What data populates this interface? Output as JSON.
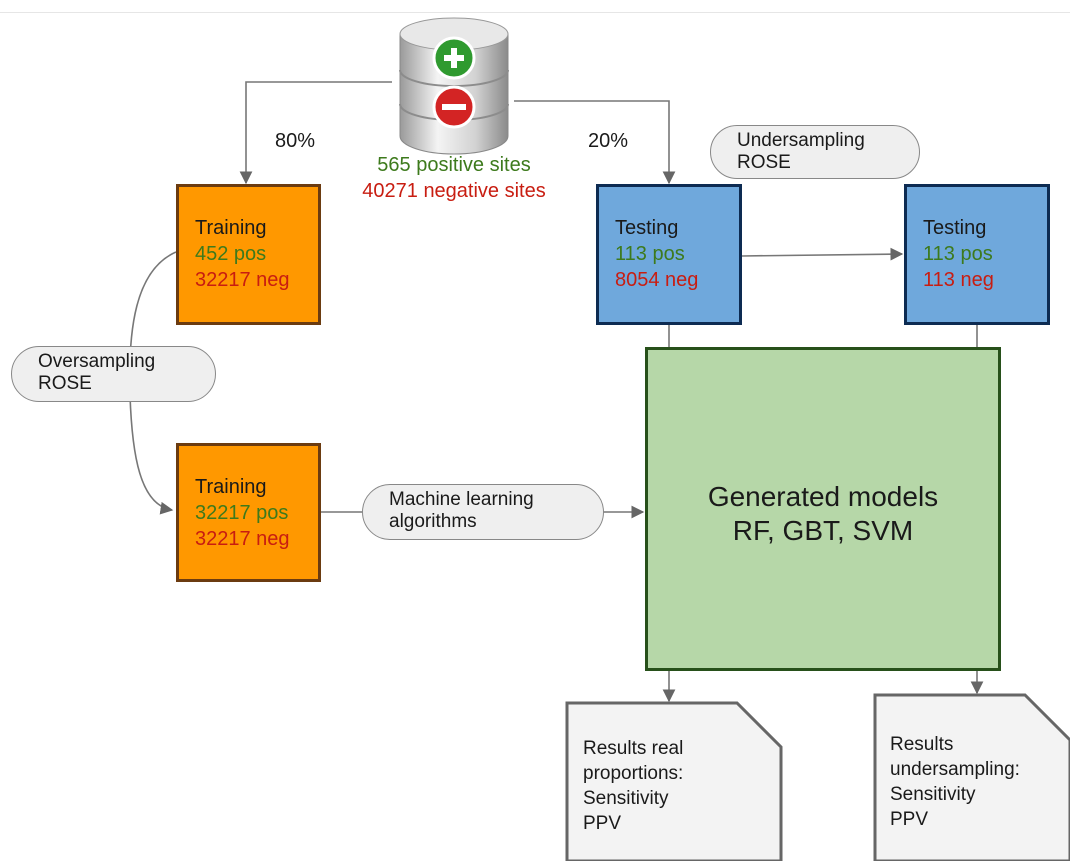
{
  "database": {
    "plus_icon": "plus-circle-icon",
    "minus_icon": "minus-circle-icon",
    "positive_sites": "565 positive sites",
    "negative_sites": "40271 negative sites"
  },
  "split": {
    "train_pct": "80%",
    "test_pct": "20%"
  },
  "training_original": {
    "title": "Training",
    "pos": "452 pos",
    "neg": "32217 neg"
  },
  "training_oversampled": {
    "title": "Training",
    "pos": "32217 pos",
    "neg": "32217 neg"
  },
  "testing_original": {
    "title": "Testing",
    "pos": "113 pos",
    "neg": "8054 neg"
  },
  "testing_undersampled": {
    "title": "Testing",
    "pos": "113 pos",
    "neg": "113 neg"
  },
  "oversampling_label": {
    "line1": "Oversampling",
    "line2": "ROSE"
  },
  "undersampling_label": {
    "line1": "Undersampling",
    "line2": "ROSE"
  },
  "ml_label": {
    "line1": "Machine learning",
    "line2": "algorithms"
  },
  "models": {
    "line1": "Generated models",
    "line2": "RF, GBT, SVM"
  },
  "results_real": {
    "line1": "Results real",
    "line2": "proportions:",
    "line3": "Sensitivity",
    "line4": "PPV"
  },
  "results_under": {
    "line1": "Results",
    "line2": "undersampling:",
    "line3": "Sensitivity",
    "line4": "PPV"
  },
  "colors": {
    "positive": "#3d7a1c",
    "negative": "#c81d11",
    "training_fill": "#ff9800",
    "testing_fill": "#6fa8dc",
    "models_fill": "#b6d7a8"
  }
}
